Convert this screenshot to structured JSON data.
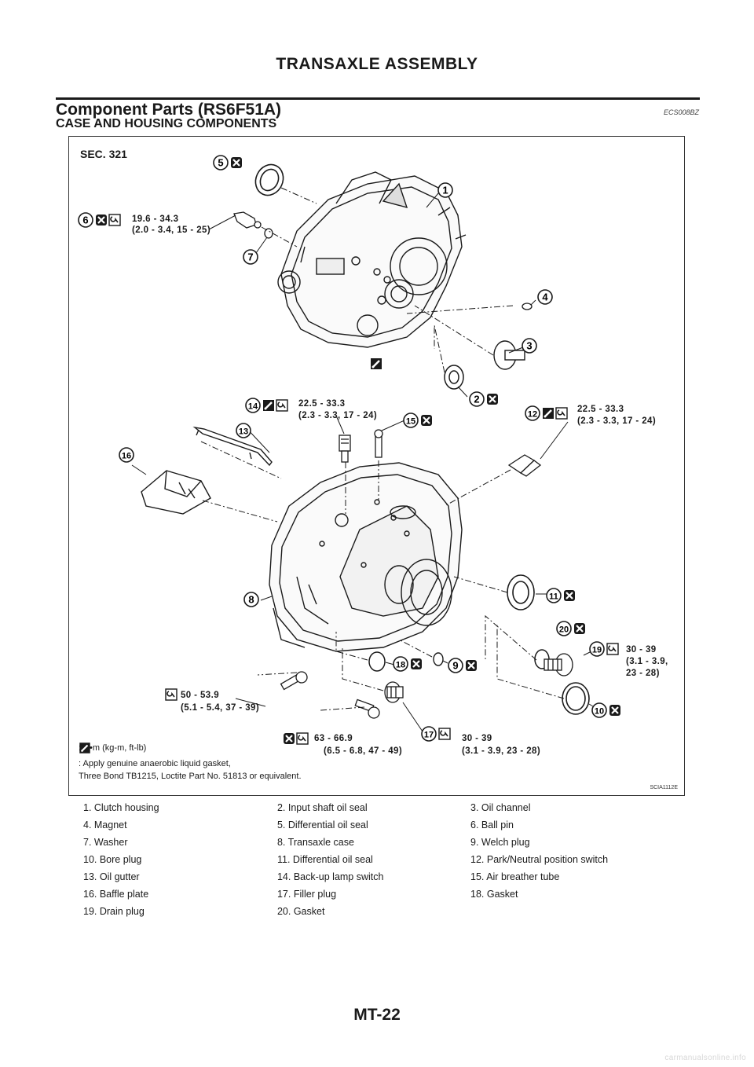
{
  "header": {
    "title": "TRANSAXLE ASSEMBLY"
  },
  "section": {
    "title": "Component Parts (RS6F51A)",
    "code": "ECS008BZ",
    "subtitle": "CASE AND HOUSING COMPONENTS"
  },
  "figure": {
    "sec": "SEC. 321",
    "code": "SCIA1112E",
    "callouts": [
      {
        "no": "1"
      },
      {
        "no": "2"
      },
      {
        "no": "3"
      },
      {
        "no": "4"
      },
      {
        "no": "5"
      },
      {
        "no": "6"
      },
      {
        "no": "7"
      },
      {
        "no": "8"
      },
      {
        "no": "9"
      },
      {
        "no": "10"
      },
      {
        "no": "11"
      },
      {
        "no": "12"
      },
      {
        "no": "13"
      },
      {
        "no": "14"
      },
      {
        "no": "15"
      },
      {
        "no": "16"
      },
      {
        "no": "17"
      },
      {
        "no": "18"
      },
      {
        "no": "19"
      },
      {
        "no": "20"
      }
    ],
    "torques": [
      {
        "line1": "19.6 - 34.3",
        "line2": "(2.0 - 3.4, 15 - 25)"
      },
      {
        "line1": "22.5 - 33.3",
        "line2": "(2.3 - 3.3, 17 - 24)"
      },
      {
        "line1": "22.5 - 33.3",
        "line2": "(2.3 - 3.3, 17 - 24)"
      },
      {
        "line1": "30 - 39",
        "line2": "(3.1 - 3.9,",
        "line3": "23 - 28)"
      },
      {
        "line1": "50 - 53.9",
        "line2": "(5.1 - 5.4, 37 - 39)"
      },
      {
        "line1": "63 - 66.9",
        "line2": "(6.5 - 6.8, 47 - 49)"
      },
      {
        "line1": "30 - 39",
        "line2": "(3.1 - 3.9, 23 - 28)"
      }
    ],
    "legend": [
      {
        "icon": "torque-wrench-icon",
        "text": ": N•m (kg-m, ft-lb)"
      },
      {
        "icon": "liquid-gasket-icon",
        "text": ": Apply genuine anaerobic liquid gasket,\nThree Bond TB1215, Loctite Part No. 51813 or equivalent."
      }
    ]
  },
  "parts": [
    [
      "1.  Clutch housing",
      "2.  Input shaft oil seal",
      "3.  Oil channel"
    ],
    [
      "4.  Magnet",
      "5.  Differential oil seal",
      "6.  Ball pin"
    ],
    [
      "7.  Washer",
      "8.  Transaxle case",
      "9.  Welch plug"
    ],
    [
      "10.  Bore plug",
      "11.  Differential oil seal",
      "12.  Park/Neutral position switch"
    ],
    [
      "13.  Oil gutter",
      "14.  Back-up lamp switch",
      "15.  Air breather tube"
    ],
    [
      "16.  Baffle plate",
      "17.  Filler plug",
      "18.  Gasket"
    ],
    [
      "19.  Drain plug",
      "20.  Gasket",
      ""
    ]
  ],
  "page_number": "MT-22",
  "watermark": "carmanualsonline.info"
}
